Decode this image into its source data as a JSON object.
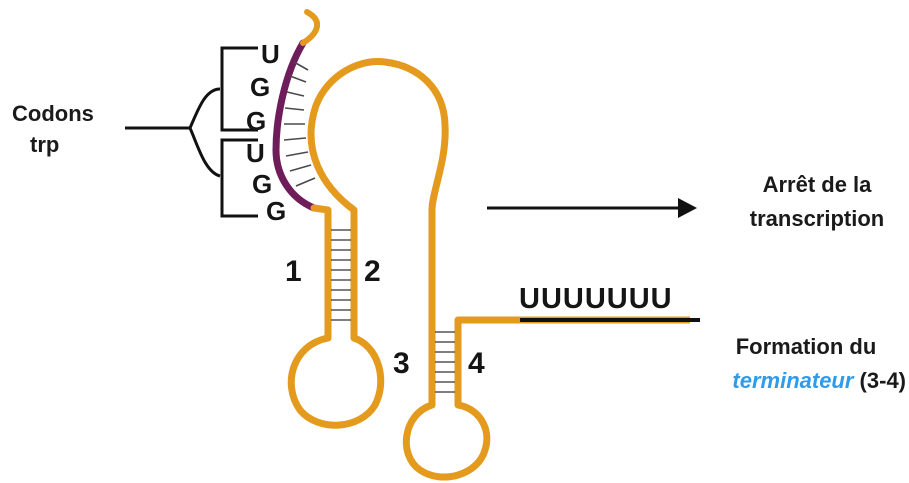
{
  "codons_label": {
    "line1": "Codons",
    "line2": "trp"
  },
  "codon_letters": [
    "U",
    "G",
    "G",
    "U",
    "G",
    "G"
  ],
  "stem_numbers": [
    "1",
    "2",
    "3",
    "4"
  ],
  "poly_u": "UUUUUUU",
  "arrest_label": {
    "line1": "Arrêt de la",
    "line2": "transcription"
  },
  "terminator_label": {
    "line1": "Formation du",
    "line2_italic": "terminateur",
    "line2_rest": " (3-4)"
  },
  "colors": {
    "rna_strand": "#e49a1c",
    "trp_codons": "#6f1c5b",
    "text": "#1a1a1a",
    "highlight_word": "#2f9bea"
  }
}
